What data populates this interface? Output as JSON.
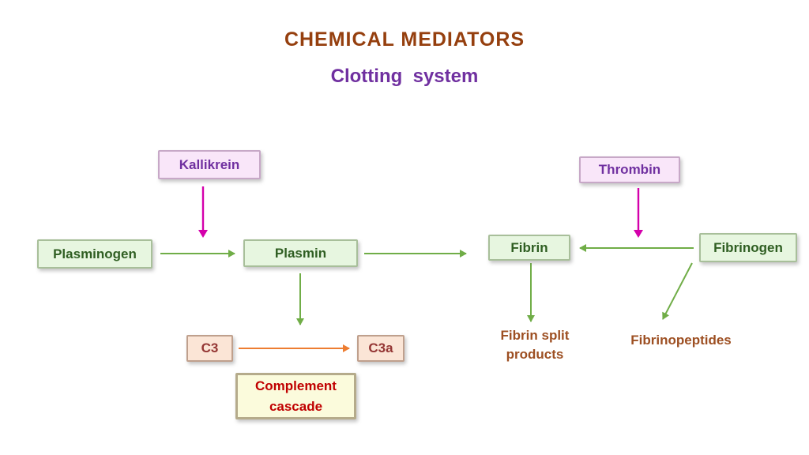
{
  "slide": {
    "title": "CHEMICAL MEDIATORS",
    "subtitle": "Clotting  system"
  },
  "nodes": {
    "kallikrein": "Kallikrein",
    "thrombin": "Thrombin",
    "plasminogen": "Plasminogen",
    "plasmin": "Plasmin",
    "fibrin": "Fibrin",
    "fibrinogen": "Fibrinogen",
    "c3": "C3",
    "c3a": "C3a",
    "complement_cascade": "Complement cascade"
  },
  "labels": {
    "fibrin_split_products": "Fibrin split products",
    "fibrinopeptides": "Fibrinopeptides"
  },
  "colors": {
    "title_text": "#953f0e",
    "subtitle_text": "#7030a0",
    "green_arrow": "#70ad47",
    "magenta_arrow": "#d400ab",
    "orange_arrow": "#ed7d31",
    "green_box_fill": "#e7f6e0",
    "green_box_text": "#2f5e22",
    "pink_box_fill": "#f9e6f9",
    "peach_box_fill": "#fbe5d6",
    "peach_box_text": "#943634",
    "yellow_box_fill": "#fbfbdc",
    "red_text": "#c00000",
    "brown_label_text": "#9d4f22",
    "background": "#ffffff"
  }
}
